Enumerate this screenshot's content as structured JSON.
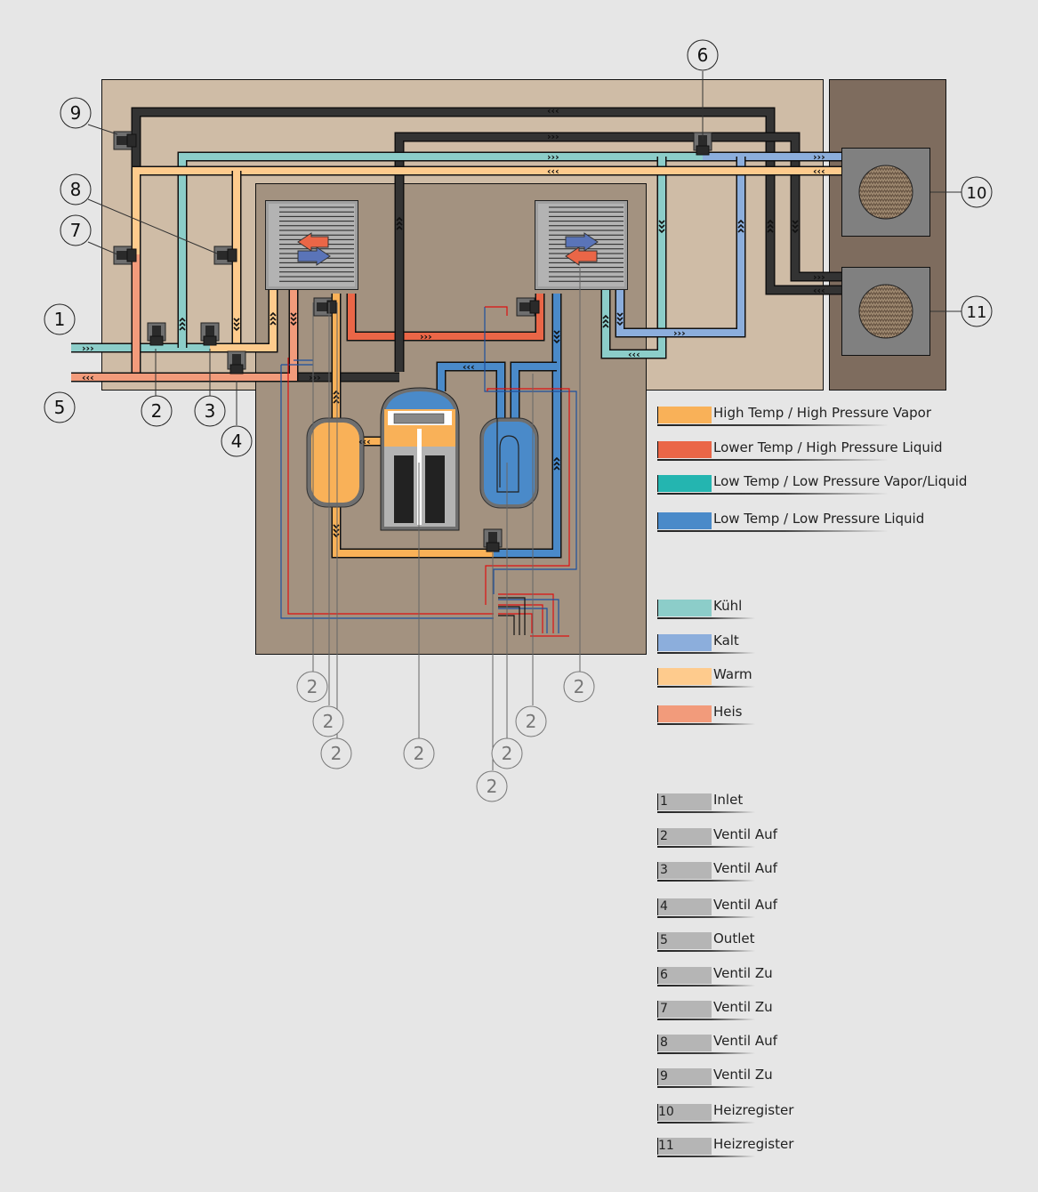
{
  "title": "Heat pump refrigerant circuit schematic",
  "callouts": {
    "c1": "1",
    "c2": "2",
    "c3": "3",
    "c4": "4",
    "c5": "5",
    "c6": "6",
    "c7": "7",
    "c8": "8",
    "c9": "9",
    "c10": "10",
    "c11": "11",
    "sensor": "2"
  },
  "flow_arrows": {
    "right": "›››",
    "left": "‹‹‹"
  },
  "legend_refrigerant": [
    {
      "label": "High Temp / High Pressure Vapor",
      "color": "#f9b158"
    },
    {
      "label": "Lower Temp / High Pressure Liquid",
      "color": "#ea6647"
    },
    {
      "label": "Low Temp / Low Pressure Vapor/Liquid",
      "color": "#24b5b0"
    },
    {
      "label": "Low Temp / Low Pressure Liquid",
      "color": "#4a8ac9"
    }
  ],
  "legend_water": [
    {
      "label": "Kühl",
      "color": "#8ccdc9"
    },
    {
      "label": "Kalt",
      "color": "#8caedc"
    },
    {
      "label": "Warm",
      "color": "#fecb8d"
    },
    {
      "label": "Heis",
      "color": "#f29b7b"
    }
  ],
  "legend_components": [
    {
      "num": "1",
      "label": "Inlet"
    },
    {
      "num": "2",
      "label": "Ventil Auf"
    },
    {
      "num": "3",
      "label": "Ventil Auf"
    },
    {
      "num": "4",
      "label": "Ventil Auf"
    },
    {
      "num": "5",
      "label": "Outlet"
    },
    {
      "num": "6",
      "label": "Ventil Zu"
    },
    {
      "num": "7",
      "label": "Ventil Zu"
    },
    {
      "num": "8",
      "label": "Ventil Auf"
    },
    {
      "num": "9",
      "label": "Ventil Zu"
    },
    {
      "num": "10",
      "label": "Heizregister"
    },
    {
      "num": "11",
      "label": "Heizregister"
    }
  ],
  "colors": {
    "page_bg": "#e6e6e6",
    "outer_box": "#cfbca6",
    "inner_box": "#a39280",
    "unit_box": "#7e6c5e",
    "pipe_dark": "#333333",
    "kuehl": "#8ccdc9",
    "kalt": "#8caedc",
    "warm": "#fecb8d",
    "heis": "#f29b7b",
    "hot_vapor": "#f9b158",
    "hp_liquid": "#ea6647",
    "lp_mix": "#24b5b0",
    "lp_liquid": "#4a8ac9"
  }
}
